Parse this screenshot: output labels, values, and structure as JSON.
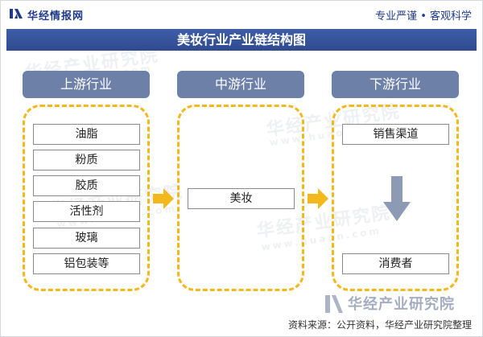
{
  "header": {
    "brand": "华经情报网",
    "slogan": "专业严谨 • 客观科学"
  },
  "title": "美妆行业产业链结构图",
  "stages": {
    "upstream": {
      "label": "上游行业",
      "items": [
        "油脂",
        "粉质",
        "胶质",
        "活性剂",
        "玻璃",
        "铝包装等"
      ]
    },
    "midstream": {
      "label": "中游行业",
      "items": [
        "美妆"
      ]
    },
    "downstream": {
      "label": "下游行业",
      "items": [
        "销售渠道",
        "消费者"
      ]
    }
  },
  "watermark": {
    "text": "华经产业研究院",
    "url": "www.huaon.com"
  },
  "footer": {
    "brand": "华经产业研究院",
    "source": "资料来源：公开资料，华经产业研究院整理"
  },
  "colors": {
    "title_bar": "#2f4a8f",
    "stage_header": "#6c80a8",
    "dashed_border": "#f2b81c",
    "arrow": "#f2b81c",
    "down_arrow": "#8d9ab3"
  }
}
